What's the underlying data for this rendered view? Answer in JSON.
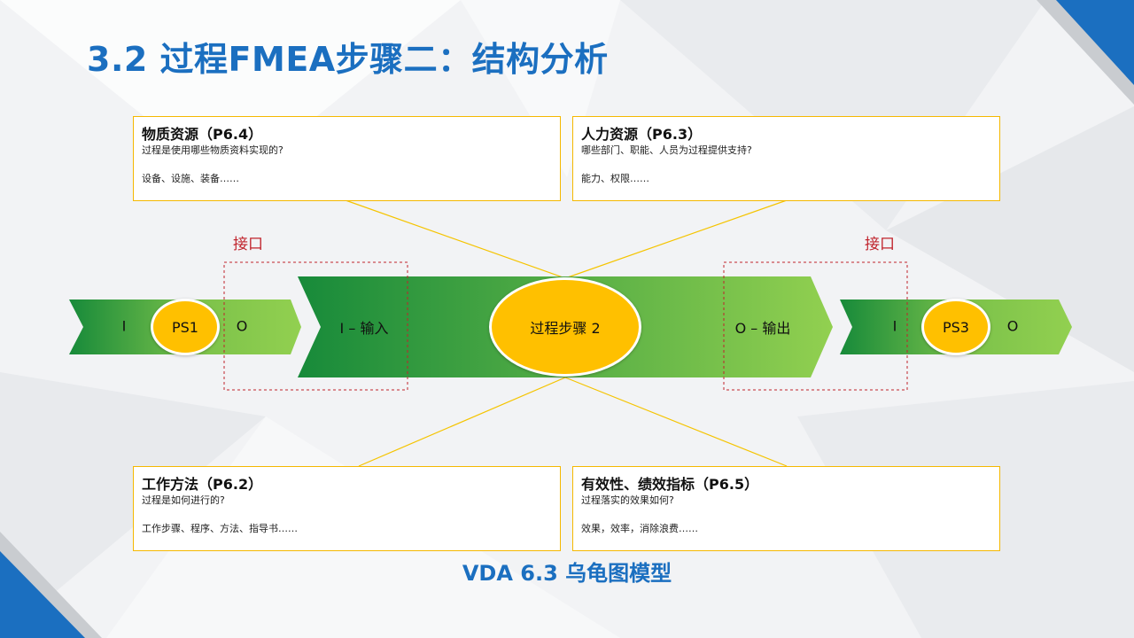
{
  "title": "3.2 过程FMEA步骤二：结构分析",
  "boxes": {
    "material": {
      "heading": "物质资源（P6.4）",
      "question": "过程是使用哪些物质资料实现的?",
      "examples": "设备、设施、装备……"
    },
    "human": {
      "heading": "人力资源（P6.3）",
      "question": "哪些部门、职能、人员为过程提供支持?",
      "examples": "能力、权限……"
    },
    "method": {
      "heading": "工作方法（P6.2）",
      "question": "过程是如何进行的?",
      "examples": "工作步骤、程序、方法、指导书……"
    },
    "effectiveness": {
      "heading": "有效性、绩效指标（P6.5）",
      "question": "过程落实的效果如何?",
      "examples": "效果，效率，消除浪费……"
    }
  },
  "interfaces": {
    "left": "接口",
    "right": "接口"
  },
  "flow": {
    "ps1": {
      "input": "I",
      "name": "PS1",
      "output": "O"
    },
    "main": {
      "input": "I – 输入",
      "name": "过程步骤 2",
      "output": "O – 输出"
    },
    "ps3": {
      "input": "I",
      "name": "PS3",
      "output": "O"
    }
  },
  "caption": "VDA 6.3 乌龟图模型",
  "colors": {
    "accent_blue": "#1b6fc0",
    "box_border": "#f5b800",
    "ellipse": "#ffc000",
    "interface_red": "#c0232c",
    "arrow_dark": "#178a3a",
    "arrow_light": "#92d050"
  }
}
